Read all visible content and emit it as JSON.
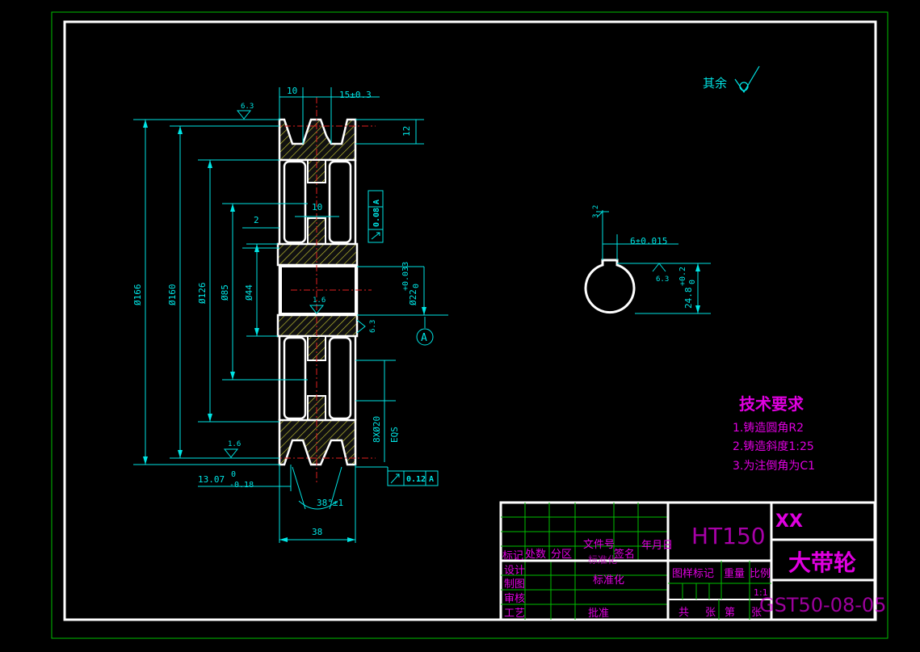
{
  "surface_finish_note": "其余",
  "dimensions": {
    "groove_width": "10",
    "groove_pitch": "15±0.3",
    "groove_depth": "12",
    "roughness_top": "6.3",
    "dia_166": "Ø166",
    "dia_160": "Ø160",
    "dia_126": "Ø126",
    "dia_85": "Ø85",
    "dia_44": "Ø44",
    "rib_2": "2",
    "web_10": "10",
    "hub_roughness": "1.6",
    "bore": "Ø22",
    "bore_upper_tol": "+0.033",
    "bore_lower_tol": "0",
    "face_roughness": "6.3",
    "bottom_roughness": "1.6",
    "offset_13": "13.07",
    "offset_tol_upper": "0",
    "offset_tol_lower": "-0.18",
    "angle": "38°±1",
    "width_38": "38",
    "holes_spec": "8XØ20",
    "holes_eqs": "EQS",
    "runout_top_value": "0.08",
    "runout_top_datum": "A",
    "runout_bottom_value": "0.12",
    "runout_bottom_datum": "A",
    "datum_label": "A"
  },
  "keyway": {
    "roughness_top": "3.2",
    "width": "6±0.015",
    "roughness_side": "6.3",
    "depth": "24.8",
    "depth_tol_upper": "+0.2",
    "depth_tol_lower": "0"
  },
  "tech_requirements": {
    "title": "技术要求",
    "items": [
      "1.铸造圆角R2",
      "2.铸造斜度1:25",
      "3.为注倒角为C1"
    ]
  },
  "title_block": {
    "material": "HT150",
    "company": "XX",
    "part_name": "大带轮",
    "drawing_number": "GST50-08-05",
    "scale": "1:1",
    "headers": {
      "mark": "标记",
      "count": "处数",
      "zone": "分区",
      "doc_no": "文件号",
      "doc_no2": "标准化",
      "signature": "签名",
      "date": "年月日",
      "stage_mark": "图样标记",
      "weight": "重量",
      "ratio": "比例",
      "total": "共",
      "sheets": "张",
      "sheet_no": "第",
      "sheet": "张"
    },
    "roles": {
      "design": "设计",
      "drawing": "制图",
      "review": "审核",
      "process": "工艺",
      "standard": "标准化",
      "approve": "批准"
    }
  },
  "colors": {
    "background": "#000000",
    "border": "#ffffff",
    "dimension": "#00e5e5",
    "annotation": "#e000e0",
    "grid": "#00c000",
    "hatch": "#c8c832",
    "centerline": "#e02020"
  }
}
